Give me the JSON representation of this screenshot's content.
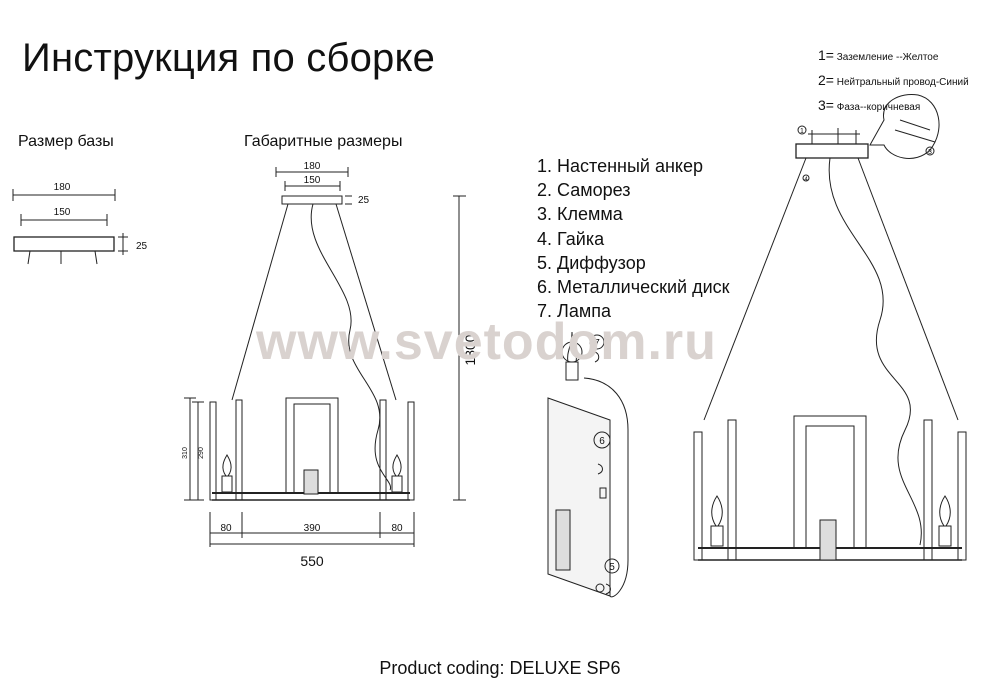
{
  "title": "Инструкция по сборке",
  "sections": {
    "base_size": "Размер базы",
    "overall_dims": "Габаритные размеры"
  },
  "base_dims": {
    "width_outer": "180",
    "width_inner": "150",
    "height": "25"
  },
  "overall": {
    "canopy_outer": "180",
    "canopy_inner": "150",
    "canopy_height": "25",
    "total_height": "1300",
    "side_h1": "310",
    "side_h2": "290",
    "seg_left": "80",
    "seg_mid": "390",
    "seg_right": "80",
    "total_width": "550"
  },
  "parts": [
    "1. Настенный анкер",
    "2. Саморез",
    "3. Клемма",
    "4. Гайка",
    "5. Диффузор",
    "6. Металлический диск",
    "7. Лампа"
  ],
  "wires": [
    {
      "num": "1=",
      "text": "Заземление --Желтое"
    },
    {
      "num": "2=",
      "text": "Нейтральный провод-Синий"
    },
    {
      "num": "3=",
      "text": "Фаза--коричневая"
    }
  ],
  "callouts": {
    "c1": "1",
    "c3": "3",
    "c4": "4",
    "c5": "5",
    "c6": "6",
    "c7": "7"
  },
  "watermark": "www.svetodom.ru",
  "footer": "Product coding: DELUXE SP6"
}
